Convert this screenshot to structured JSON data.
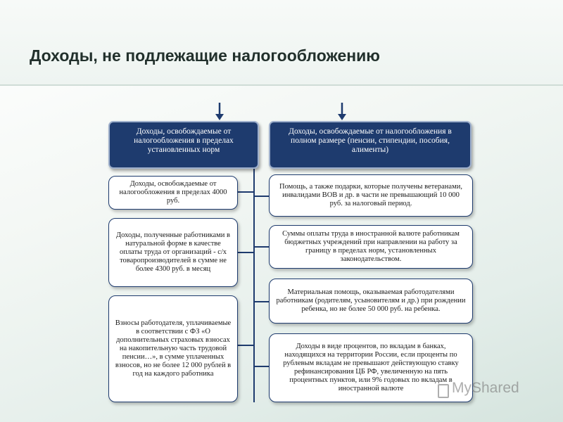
{
  "title": "Доходы, не подлежащие налогообложению",
  "left_header": "Доходы, освобождаемые от налогообложения в пределах  установленных норм",
  "right_header": "Доходы, освобождаемые от налогообложения в полном размере (пенсии, стипендии, пособия, алименты)",
  "left_items": [
    "Доходы, освобождаемые от налогообложения в пределах 4000 руб.",
    "Доходы, полученные работниками в натуральной форме в качестве оплаты труда от организаций - с/х товаропроизводителей в сумме не более 4300 руб. в месяц",
    "Взносы работодателя, уплачиваемые в соответствии с ФЗ «О дополнительных страховых взносах на накопительную часть трудовой пенсии…», в сумме уплаченных взносов, но не более 12 000 рублей в год на каждого работника"
  ],
  "right_items": [
    "Помощь, а также подарки, которые получены ветеранами, инвалидами ВОВ и др. в части не превышающий 10 000 руб. за налоговый период.",
    "Суммы оплаты труда в иностранной валюте работникам бюджетных учреждений при направлении на работу за границу в пределах норм, установленных законодательством.",
    "Материальная помощь, оказываемая работодателями работникам (родителям, усыновителям и др.) при рождении ребенка, но не более 50 000 руб. на ребенка.",
    "Доходы в виде процентов, по вкладам в банках, находящихся на территории России, если проценты по рублевым вкладам не превышают действующую ставку рефинансирования ЦБ РФ, увеличенную на пять процентных пунктов, или 9% годовых по вкладам в иностранной валюте"
  ],
  "watermark": "MyShared",
  "colors": {
    "header_bg": "#1e3b6e",
    "box_border": "#1e3b6e",
    "title": "#22302c"
  }
}
